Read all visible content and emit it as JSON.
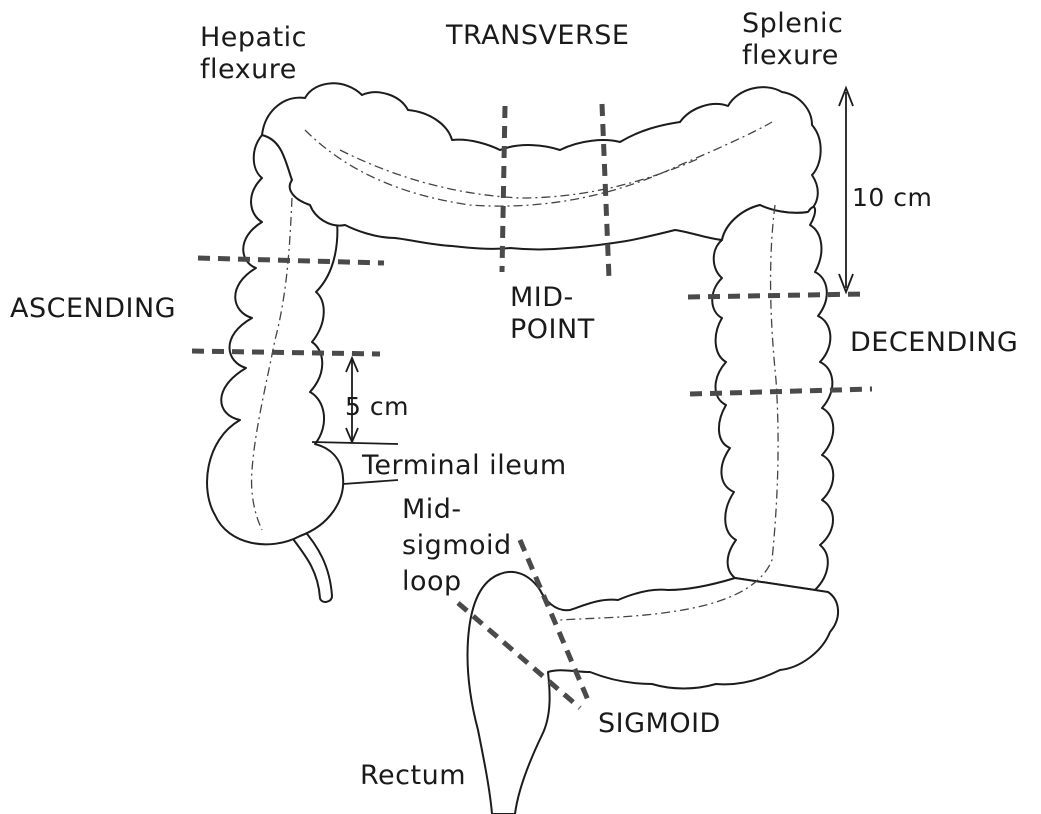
{
  "labels": {
    "hepatic_flexure": "Hepatic\nflexure",
    "transverse": "TRANSVERSE",
    "splenic_flexure": "Splenic\nflexure",
    "ten_cm": "10 cm",
    "ascending": "ASCENDING",
    "mid_point": "MID-\nPOINT",
    "decending": "DECENDING",
    "five_cm": "5 cm",
    "terminal_ileum": "Terminal ileum",
    "mid_sigmoid_loop": "Mid-\nsigmoid\nloop",
    "sigmoid": "SIGMOID",
    "rectum": "Rectum"
  },
  "colors": {
    "ink": "#1c1c1c",
    "cut_line": "#4a4a4a",
    "background": "#ffffff"
  }
}
